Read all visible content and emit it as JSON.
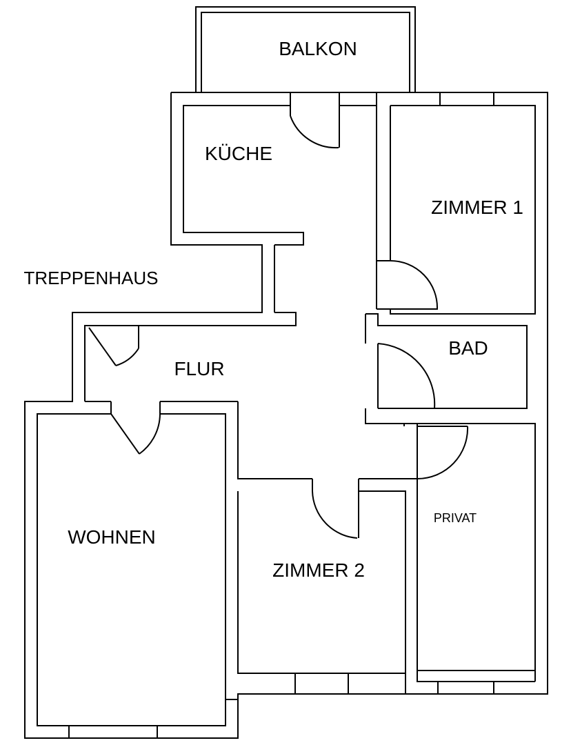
{
  "rooms": {
    "balkon": "BALKON",
    "kueche": "KÜCHE",
    "zimmer1": "ZIMMER 1",
    "treppenhaus": "TREPPENHAUS",
    "bad": "BAD",
    "flur": "FLUR",
    "wohnen": "WOHNEN",
    "zimmer2": "ZIMMER 2",
    "privat": "PRIVAT"
  }
}
